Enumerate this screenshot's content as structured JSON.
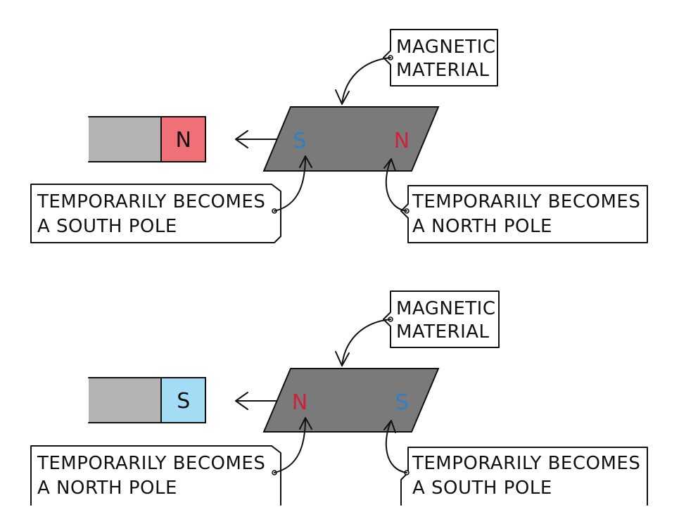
{
  "colors": {
    "magnet_body": "#b3b3b3",
    "magnet_north": "#f07078",
    "magnet_south": "#a5dcf5",
    "material": "#7a7a7a",
    "north_text": "#d0203a",
    "south_text": "#2f7fc1",
    "outline": "#111111"
  },
  "panels": [
    {
      "magnet_pole": "N",
      "material_left_pole": "S",
      "material_right_pole": "N",
      "material_label_line1": "MAGNETIC",
      "material_label_line2": "MATERIAL",
      "left_label_line1": "TEMPORARILY BECOMES",
      "left_label_line2": "A SOUTH POLE",
      "right_label_line1": "TEMPORARILY BECOMES",
      "right_label_line2": "A NORTH POLE"
    },
    {
      "magnet_pole": "S",
      "material_left_pole": "N",
      "material_right_pole": "S",
      "material_label_line1": "MAGNETIC",
      "material_label_line2": "MATERIAL",
      "left_label_line1": "TEMPORARILY BECOMES",
      "left_label_line2": "A NORTH POLE",
      "right_label_line1": "TEMPORARILY BECOMES",
      "right_label_line2": "A SOUTH POLE"
    }
  ]
}
